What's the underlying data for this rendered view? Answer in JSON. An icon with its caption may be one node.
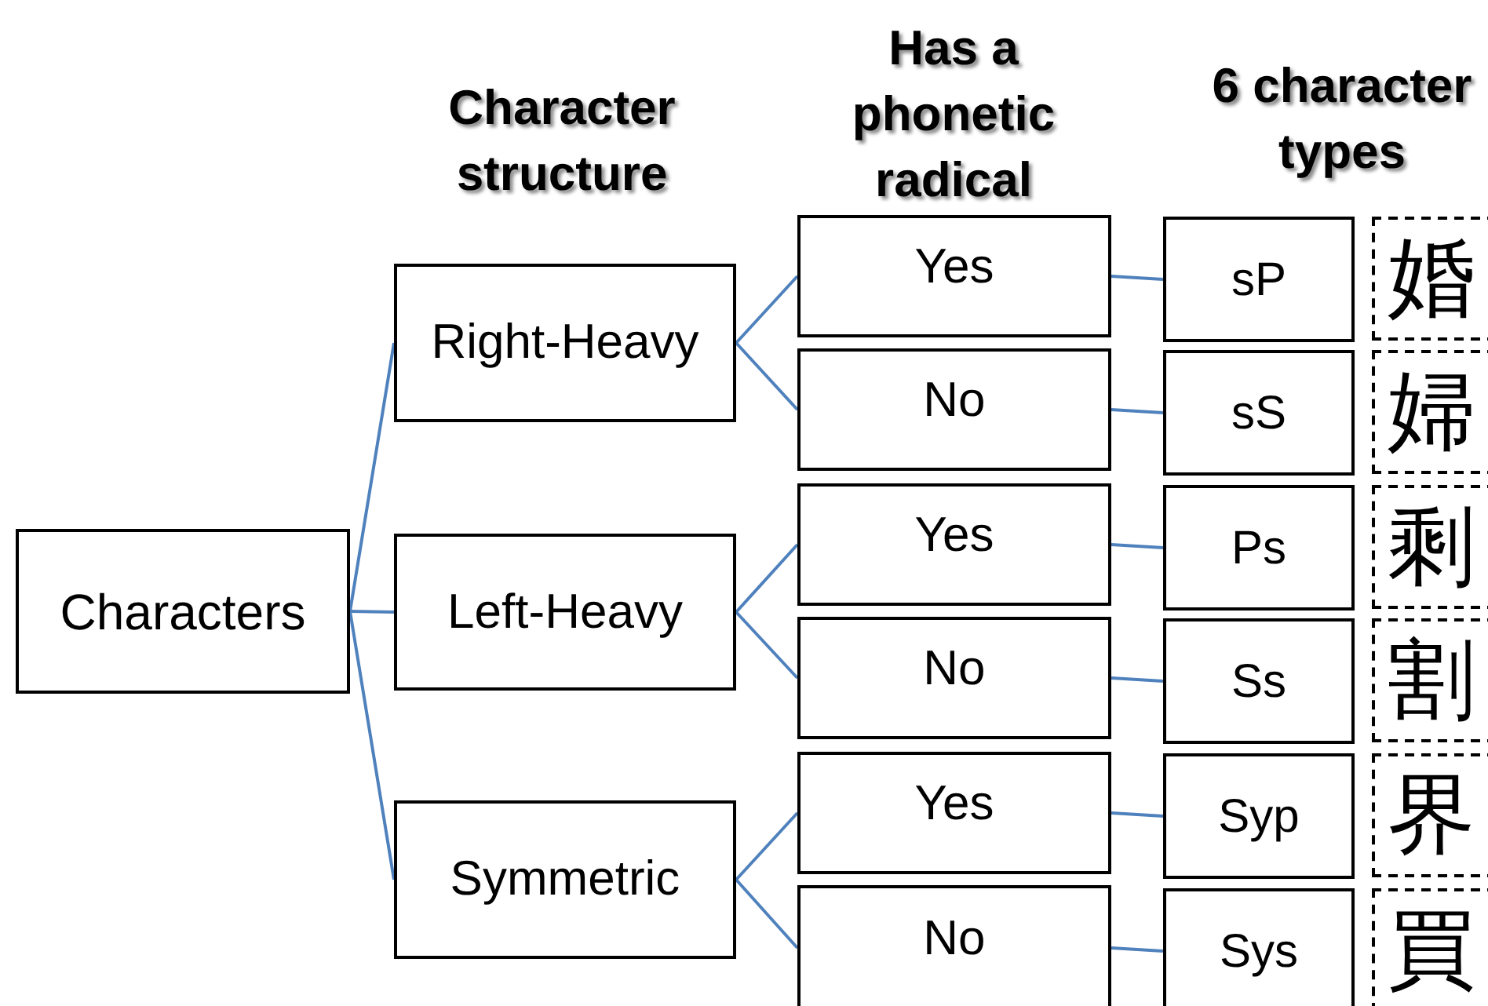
{
  "diagram": {
    "nodes": [
      {
        "text": [
          "Characters"
        ]
      },
      {
        "text": [
          "Right-Heavy"
        ]
      },
      {
        "text": [
          "Left-Heavy"
        ]
      },
      {
        "text": [
          "Symmetric"
        ]
      },
      {
        "text": [
          "Yes"
        ]
      },
      {
        "text": [
          "No"
        ]
      },
      {
        "text": [
          "Yes"
        ]
      },
      {
        "text": [
          "No"
        ]
      },
      {
        "text": [
          "Yes"
        ]
      },
      {
        "text": [
          "No"
        ]
      },
      {
        "text": [
          "sP"
        ]
      },
      {
        "text": [
          "sS"
        ]
      },
      {
        "text": [
          "Ps"
        ]
      },
      {
        "text": [
          "Ss"
        ]
      },
      {
        "text": [
          "Syp"
        ]
      },
      {
        "text": [
          "Sys"
        ]
      },
      {
        "text": [
          "婚"
        ]
      },
      {
        "text": [
          "婦"
        ]
      },
      {
        "text": [
          "剩"
        ]
      },
      {
        "text": [
          "割"
        ]
      },
      {
        "text": [
          "界"
        ]
      },
      {
        "text": [
          "買"
        ]
      }
    ],
    "edges": [
      {
        "from": 0,
        "to": 1,
        "arrow": "none"
      },
      {
        "from": 0,
        "to": 2,
        "arrow": "none"
      },
      {
        "from": 0,
        "to": 3,
        "arrow": "none"
      },
      {
        "from": 1,
        "to": 4,
        "arrow": "none"
      },
      {
        "from": 1,
        "to": 5,
        "arrow": "none"
      },
      {
        "from": 2,
        "to": 6,
        "arrow": "none"
      },
      {
        "from": 2,
        "to": 7,
        "arrow": "none"
      },
      {
        "from": 3,
        "to": 8,
        "arrow": "none"
      },
      {
        "from": 3,
        "to": 9,
        "arrow": "none"
      },
      {
        "from": 4,
        "to": 10,
        "arrow": "none"
      },
      {
        "from": 5,
        "to": 11,
        "arrow": "none"
      },
      {
        "from": 6,
        "to": 12,
        "arrow": "none"
      },
      {
        "from": 7,
        "to": 13,
        "arrow": "none"
      },
      {
        "from": 8,
        "to": 14,
        "arrow": "none"
      },
      {
        "from": 9,
        "to": 15,
        "arrow": "none"
      }
    ],
    "labels": [
      "Character structure",
      "Has a phonetic radical",
      "6 character types"
    ]
  }
}
